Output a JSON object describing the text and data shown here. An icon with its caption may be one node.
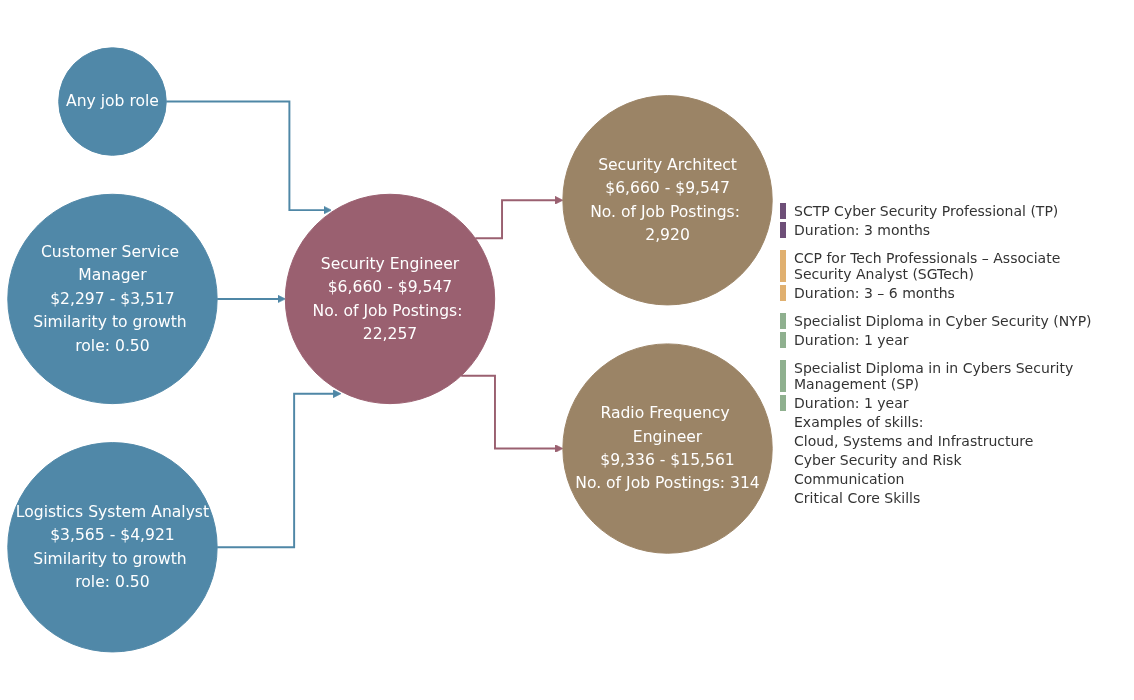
{
  "diagram": {
    "nodes": [
      {
        "text": [
          "Any job role"
        ]
      },
      {
        "text": [
          "Customer Service Manager",
          "$2,297 - $3,517",
          "Similarity to growth role: 0.50"
        ]
      },
      {
        "text": [
          "Logistics System Analyst",
          "$3,565 - $4,921",
          "Similarity to growth role: 0.50"
        ]
      },
      {
        "text": [
          "Security Engineer",
          "$6,660 - $9,547",
          "No. of Job Postings: 22,257"
        ]
      },
      {
        "text": [
          "Security Architect",
          "$6,660 - $9,547",
          "No. of Job Postings: 2,920"
        ]
      },
      {
        "text": [
          "Radio Frequency Engineer",
          "$9,336 - $15,561",
          "No. of Job Postings: 314"
        ]
      }
    ],
    "edges": [
      {
        "from": 0,
        "to": 3,
        "arrow": "to"
      },
      {
        "from": 1,
        "to": 3,
        "arrow": "to"
      },
      {
        "from": 2,
        "to": 3,
        "arrow": "to"
      },
      {
        "from": 3,
        "to": 4,
        "arrow": "to",
        "color": "#9a6070"
      },
      {
        "from": 3,
        "to": 5,
        "arrow": "to",
        "color": "#9a6070"
      }
    ],
    "labels": [
      "SCTP Cyber Security Professional (TP)",
      "Duration: 3 months",
      "CCP for Tech Professionals – Associate Security Analyst (SGTech)",
      "Duration: 3 – 6 months",
      "Specialist Diploma in Cyber Security (NYP)",
      "Duration: 1 year",
      "Specialist Diploma in in Cybers Security Management (SP)",
      "Duration: 1 year",
      "Examples of skills:",
      "Cloud, Systems and Infrastructure",
      "Cyber Security and Risk",
      "Communication",
      "Critical Core Skills"
    ]
  }
}
